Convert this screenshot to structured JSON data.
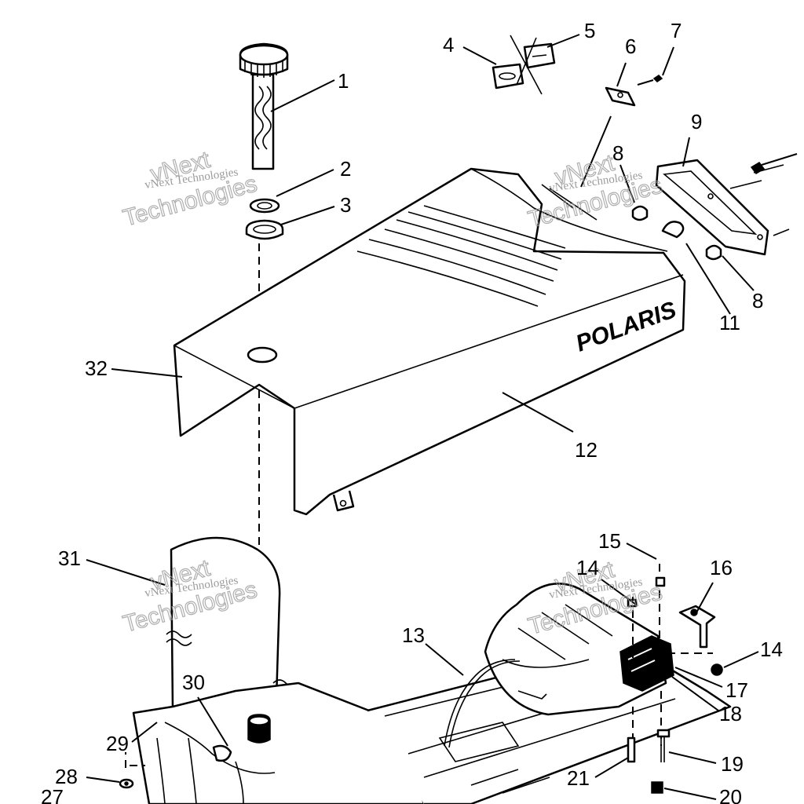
{
  "diagram": {
    "brand_text": "POLARIS",
    "watermark": {
      "small_text": "vNext Technologies",
      "large_text": "Technologies",
      "mid_text": "vNext"
    },
    "callouts": [
      {
        "id": "c1",
        "text": "1"
      },
      {
        "id": "c2",
        "text": "2"
      },
      {
        "id": "c3",
        "text": "3"
      },
      {
        "id": "c4",
        "text": "4"
      },
      {
        "id": "c5",
        "text": "5"
      },
      {
        "id": "c6",
        "text": "6"
      },
      {
        "id": "c7",
        "text": "7"
      },
      {
        "id": "c8a",
        "text": "8"
      },
      {
        "id": "c8b",
        "text": "8"
      },
      {
        "id": "c9",
        "text": "9"
      },
      {
        "id": "c11",
        "text": "11"
      },
      {
        "id": "c12",
        "text": "12"
      },
      {
        "id": "c13",
        "text": "13"
      },
      {
        "id": "c14a",
        "text": "14"
      },
      {
        "id": "c14b",
        "text": "14"
      },
      {
        "id": "c15",
        "text": "15"
      },
      {
        "id": "c16",
        "text": "16"
      },
      {
        "id": "c17",
        "text": "17"
      },
      {
        "id": "c18",
        "text": "18"
      },
      {
        "id": "c19",
        "text": "19"
      },
      {
        "id": "c20",
        "text": "20"
      },
      {
        "id": "c21",
        "text": "21"
      },
      {
        "id": "c27",
        "text": "27"
      },
      {
        "id": "c28",
        "text": "28"
      },
      {
        "id": "c29",
        "text": "29"
      },
      {
        "id": "c30",
        "text": "30"
      },
      {
        "id": "c31",
        "text": "31"
      },
      {
        "id": "c32",
        "text": "32"
      }
    ]
  }
}
